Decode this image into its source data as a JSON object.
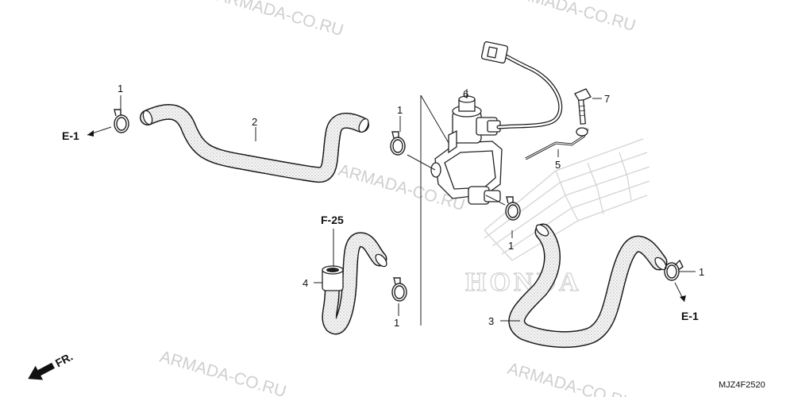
{
  "watermark": {
    "text": "ARMADA-CO.RU",
    "brand": "HONDA",
    "color": "#cfcfcf"
  },
  "callouts": {
    "clamp_upper_left": "1",
    "clamp_upper_mid": "1",
    "clamp_lower_mid": "1",
    "clamp_valve_outlet": "1",
    "clamp_right": "1",
    "hose_upper": "2",
    "hose_lower_right": "3",
    "hose_small": "4",
    "wire_stay": "5",
    "air_valve": "6",
    "bolt": "7"
  },
  "references": {
    "left_e1": "E-1",
    "right_e1": "E-1",
    "f25": "F-25"
  },
  "direction": {
    "label": "FR."
  },
  "drawing_code": "MJZ4F2520",
  "colors": {
    "line": "#1a1a1a",
    "hose_fill": "#f4f4f4",
    "watermark": "#cfcfcf"
  }
}
